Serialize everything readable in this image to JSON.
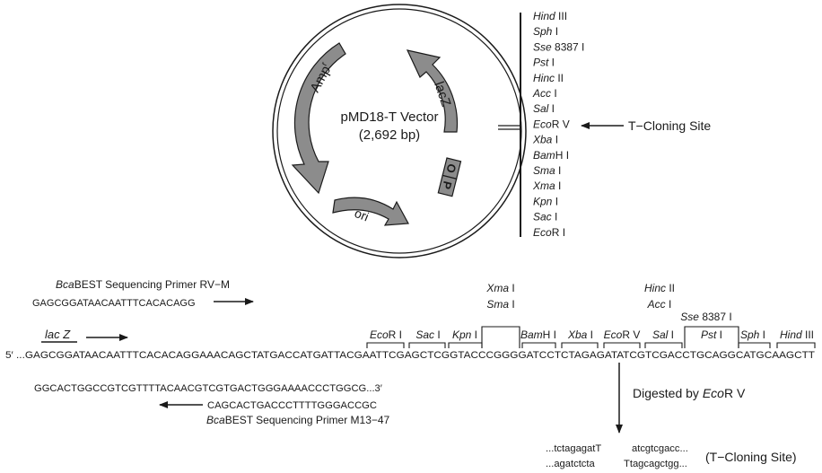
{
  "vector": {
    "name": "pMD18-T Vector",
    "size": "(2,692 bp)",
    "amp_main": "Amp",
    "amp_sup": "r",
    "lacz": "lacZ",
    "o": "O",
    "p": "P",
    "ori": "ori",
    "t_cloning": "T−Cloning Site"
  },
  "mcs_list": [
    {
      "ital": "Hind",
      "rest": " III"
    },
    {
      "ital": "Sph",
      "rest": " I"
    },
    {
      "ital": "Sse",
      "rest": " 8387 I"
    },
    {
      "ital": "Pst",
      "rest": " I"
    },
    {
      "ital": "Hinc",
      "rest": " II"
    },
    {
      "ital": "Acc",
      "rest": " I"
    },
    {
      "ital": "Sal",
      "rest": " I"
    },
    {
      "ital": "Eco",
      "rest": "R V"
    },
    {
      "ital": "Xba",
      "rest": " I"
    },
    {
      "ital": "Bam",
      "rest": "H I"
    },
    {
      "ital": "Sma",
      "rest": " I"
    },
    {
      "ital": "Xma",
      "rest": " I"
    },
    {
      "ital": "Kpn",
      "rest": " I"
    },
    {
      "ital": "Sac",
      "rest": " I"
    },
    {
      "ital": "Eco",
      "rest": "R I"
    }
  ],
  "primer_rv": {
    "label_ital": "Bca",
    "label_rest": "BEST Sequencing Primer RV−M",
    "seq": "GAGCGGATAACAATTTCACACAGG"
  },
  "lacz_label": "lac Z",
  "sequence_top": "5′ ...GAGCGGATAACAATTTCACACAGGAAACAGCTATGACCATGATTACGAATTCGAGCTCGGTACCCGGGGATCCTCTAGAGATATCGTCGACCTGCAGGCATGCAAGCTT",
  "site_labels": [
    {
      "ital": "Eco",
      "rest": "R I"
    },
    {
      "ital": "Sac",
      "rest": " I"
    },
    {
      "ital": "Kpn",
      "rest": " I"
    },
    {
      "ital": "Xma",
      "rest": " I"
    },
    {
      "ital": "Sma",
      "rest": " I"
    },
    {
      "ital": "Bam",
      "rest": "H I"
    },
    {
      "ital": "Xba",
      "rest": " I"
    },
    {
      "ital": "Eco",
      "rest": "R V"
    },
    {
      "ital": "Hinc",
      "rest": " II"
    },
    {
      "ital": "Acc",
      "rest": " I"
    },
    {
      "ital": "Sal",
      "rest": " I"
    },
    {
      "ital": "Sse",
      "rest": " 8387 I"
    },
    {
      "ital": "Pst",
      "rest": " I"
    },
    {
      "ital": "Sph",
      "rest": " I"
    },
    {
      "ital": "Hind",
      "rest": " III"
    }
  ],
  "bottom_seq": "GGCACTGGCCGTCGTTTTACAACGTCGTGACTGGGAAAACCCTGGCG...3′",
  "primer_m13": {
    "seq": "CAGCACTGACCCTTTTGGGACCGC",
    "label_ital": "Bca",
    "label_rest": "BEST Sequencing Primer M13−47"
  },
  "digest": {
    "label_pre": "Digested by ",
    "label_ital": "Eco",
    "label_post": "R V",
    "top_left": "...tctagagatT",
    "top_right": "atcgtcgacc...",
    "bot_left": "...agatctcta",
    "bot_right": "Ttagcagctgg...",
    "site": "(T−Cloning Site)"
  },
  "colors": {
    "arrow_fill": "#8c8c8c",
    "line": "#1a1a1a"
  }
}
